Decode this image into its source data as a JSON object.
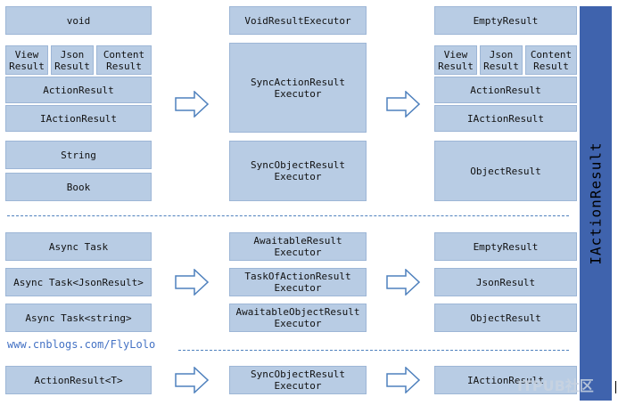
{
  "left": {
    "void": "void",
    "view_result": "View\nResult",
    "json_result": "Json\nResult",
    "content_result": "Content\nResult",
    "action_result": "ActionResult",
    "iaction_result": "IActionResult",
    "string": "String",
    "book": "Book",
    "async_task": "Async Task",
    "async_task_json": "Async Task<JsonResult>",
    "async_task_string": "Async Task<string>",
    "action_result_t": "ActionResult<T>"
  },
  "middle": {
    "void_executor": "VoidResultExecutor",
    "sync_action_executor": "SyncActionResult\nExecutor",
    "sync_object_executor": "SyncObjectResult\nExecutor",
    "awaitable_executor": "AwaitableResult\nExecutor",
    "task_of_action_executor": "TaskOfActionResult\nExecutor",
    "awaitable_object_executor": "AwaitableObjectResult\nExecutor",
    "sync_object_executor_2": "SyncObjectResult\nExecutor"
  },
  "right": {
    "empty_result": "EmptyResult",
    "view_result": "View\nResult",
    "json_result": "Json\nResult",
    "content_result": "Content\nResult",
    "action_result": "ActionResult",
    "iaction_result": "IActionResult",
    "object_result": "ObjectResult",
    "empty_result_2": "EmptyResult",
    "json_result_2": "JsonResult",
    "object_result_2": "ObjectResult",
    "iaction_result_2": "IActionResult"
  },
  "sidebar_label": "IActionResult",
  "url": "www.cnblogs.com/FlyLolo",
  "watermark": "ITPUB社区",
  "colors": {
    "box": "#b8cce4",
    "sidebar": "#3f63ad",
    "separator": "#4f81bd"
  }
}
